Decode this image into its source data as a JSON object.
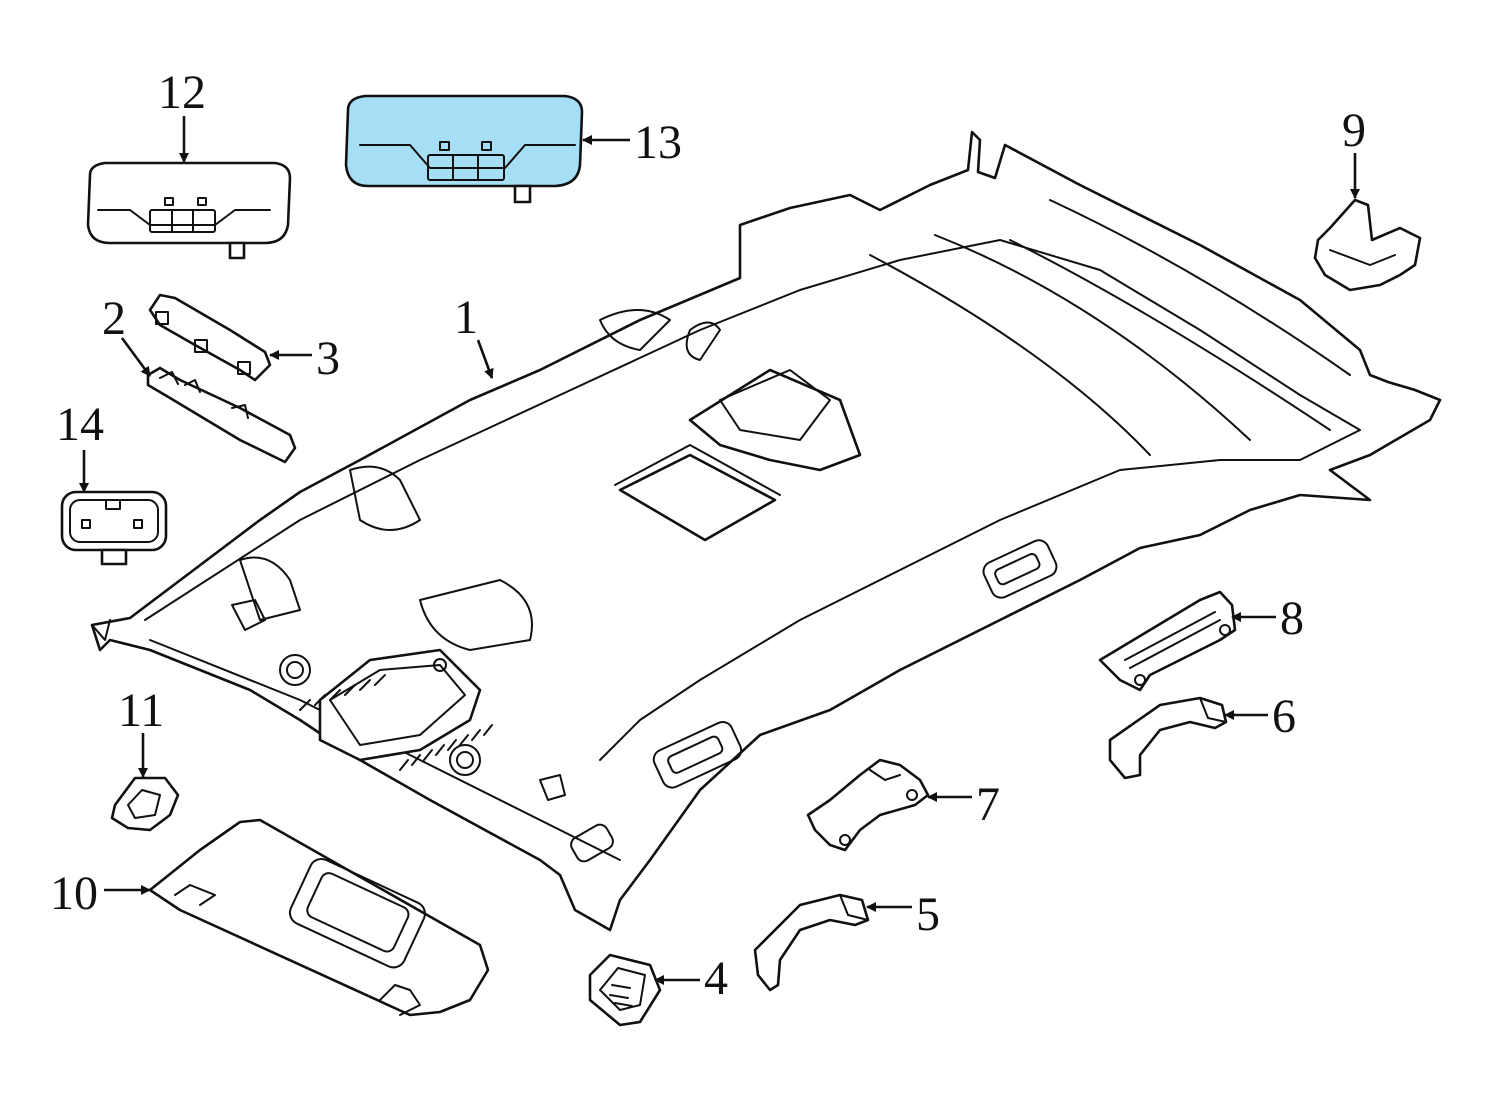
{
  "highlight_color": "#a6dff5",
  "line_color": "#111111",
  "callouts": [
    {
      "id": "1",
      "label": "1"
    },
    {
      "id": "2",
      "label": "2"
    },
    {
      "id": "3",
      "label": "3"
    },
    {
      "id": "4",
      "label": "4"
    },
    {
      "id": "5",
      "label": "5"
    },
    {
      "id": "6",
      "label": "6"
    },
    {
      "id": "7",
      "label": "7"
    },
    {
      "id": "8",
      "label": "8"
    },
    {
      "id": "9",
      "label": "9"
    },
    {
      "id": "10",
      "label": "10"
    },
    {
      "id": "11",
      "label": "11"
    },
    {
      "id": "12",
      "label": "12"
    },
    {
      "id": "13",
      "label": "13"
    },
    {
      "id": "14",
      "label": "14"
    }
  ],
  "highlighted_part": "13"
}
